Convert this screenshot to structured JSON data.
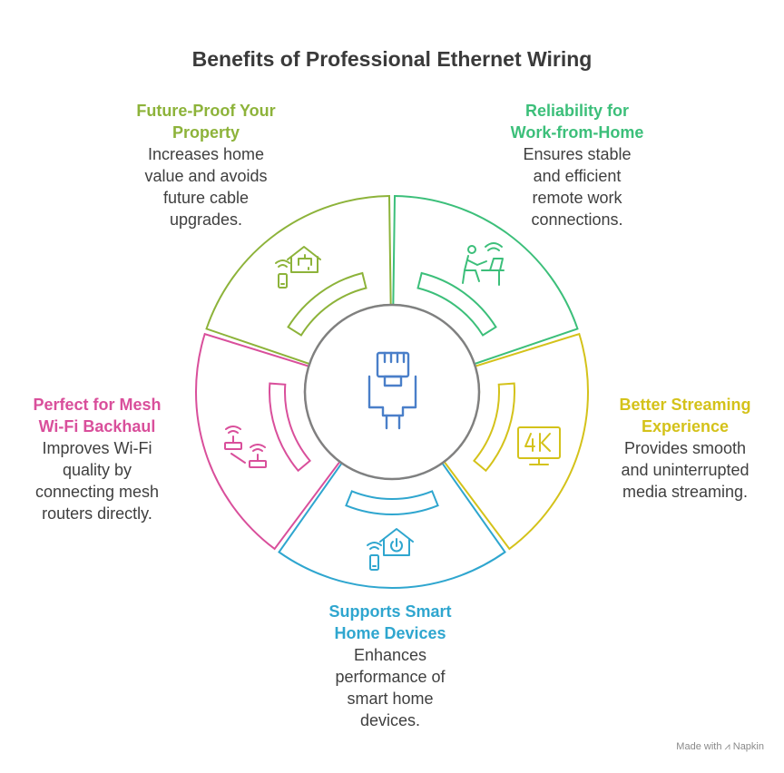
{
  "title": "Benefits of Professional Ethernet Wiring",
  "footer": "Made with ⩘ Napkin",
  "segments": [
    {
      "id": "future-proof",
      "heading_lines": [
        "Future-Proof Your",
        "Property"
      ],
      "desc_lines": [
        "Increases home",
        "value and avoids",
        "future cable",
        "upgrades."
      ],
      "color": "#8db33a",
      "icon": "smart-home-faucet-icon"
    },
    {
      "id": "work-from-home",
      "heading_lines": [
        "Reliability for",
        "Work-from-Home"
      ],
      "desc_lines": [
        "Ensures stable",
        "and efficient",
        "remote work",
        "connections."
      ],
      "color": "#3cbf7a",
      "icon": "person-at-desk-wifi-icon"
    },
    {
      "id": "streaming",
      "heading_lines": [
        "Better Streaming",
        "Experience"
      ],
      "desc_lines": [
        "Provides smooth",
        "and uninterrupted",
        "media streaming."
      ],
      "color": "#d4c21a",
      "icon": "4k-monitor-icon"
    },
    {
      "id": "smart-home",
      "heading_lines": [
        "Supports Smart",
        "Home Devices"
      ],
      "desc_lines": [
        "Enhances",
        "performance of",
        "smart home",
        "devices."
      ],
      "color": "#2fa6cf",
      "icon": "smart-home-power-icon"
    },
    {
      "id": "mesh",
      "heading_lines": [
        "Perfect for Mesh",
        "Wi-Fi Backhaul"
      ],
      "desc_lines": [
        "Improves Wi-Fi",
        "quality by",
        "connecting mesh",
        "routers directly."
      ],
      "color": "#d94f9b",
      "icon": "mesh-routers-icon"
    }
  ],
  "center": {
    "icon": "ethernet-plug-icon",
    "color": "#4a7fc9",
    "ring_color": "#808080"
  }
}
